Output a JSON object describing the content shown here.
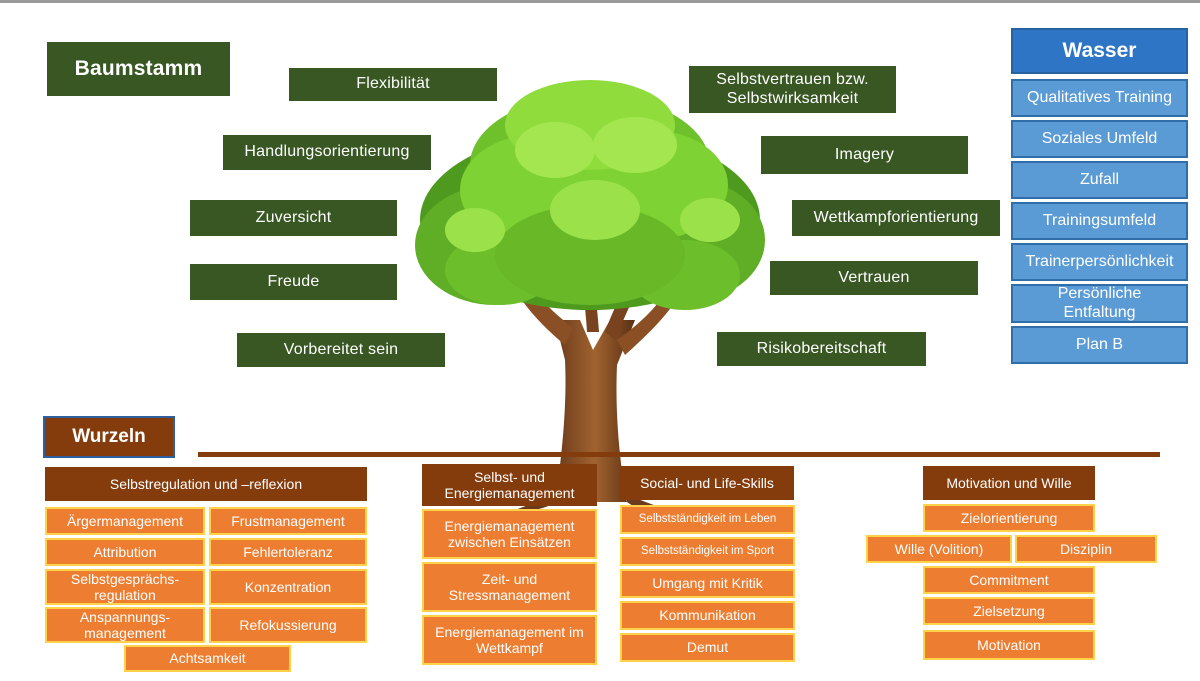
{
  "trunk": {
    "title": "Baumstamm",
    "items": [
      "Flexibilität",
      "Selbstvertrauen bzw. Selbstwirksamkeit",
      "Handlungsorientierung",
      "Imagery",
      "Zuversicht",
      "Wettkampforientierung",
      "Freude",
      "Vertrauen",
      "Vorbereitet sein",
      "Risikobereitschaft"
    ]
  },
  "water": {
    "title": "Wasser",
    "items": [
      "Qualitatives Training",
      "Soziales Umfeld",
      "Zufall",
      "Trainingsumfeld",
      "Trainerpersönlichkeit",
      "Persönliche Entfaltung",
      "Plan B"
    ]
  },
  "roots": {
    "title": "Wurzeln",
    "groups": [
      {
        "heading": "Selbstregulation und –reflexion",
        "items": [
          "Ärgermanagement",
          "Frustmanagement",
          "Attribution",
          "Fehlertoleranz",
          "Selbstgesprächs-regulation",
          "Konzentration",
          "Anspannungs-management",
          "Refokussierung",
          "Achtsamkeit"
        ]
      },
      {
        "heading": "Selbst- und Energiemanagement",
        "items": [
          "Energiemanagement zwischen Einsätzen",
          "Zeit- und Stressmanagement",
          "Energiemanagement im Wettkampf"
        ]
      },
      {
        "heading": "Social- und Life-Skills",
        "items": [
          "Selbstständigkeit im Leben",
          "Selbstständigkeit im Sport",
          "Umgang mit Kritik",
          "Kommunikation",
          "Demut"
        ]
      },
      {
        "heading": "Motivation und Wille",
        "items": [
          "Zielorientierung",
          "Wille (Volition)",
          "Disziplin",
          "Commitment",
          "Zielsetzung",
          "Motivation"
        ]
      }
    ]
  },
  "colors": {
    "trunk_box": "#385723",
    "water_box": "#5b9bd5",
    "root_heading": "#843c0c",
    "root_item": "#ed7d31",
    "root_item_border": "#ffd24a"
  }
}
